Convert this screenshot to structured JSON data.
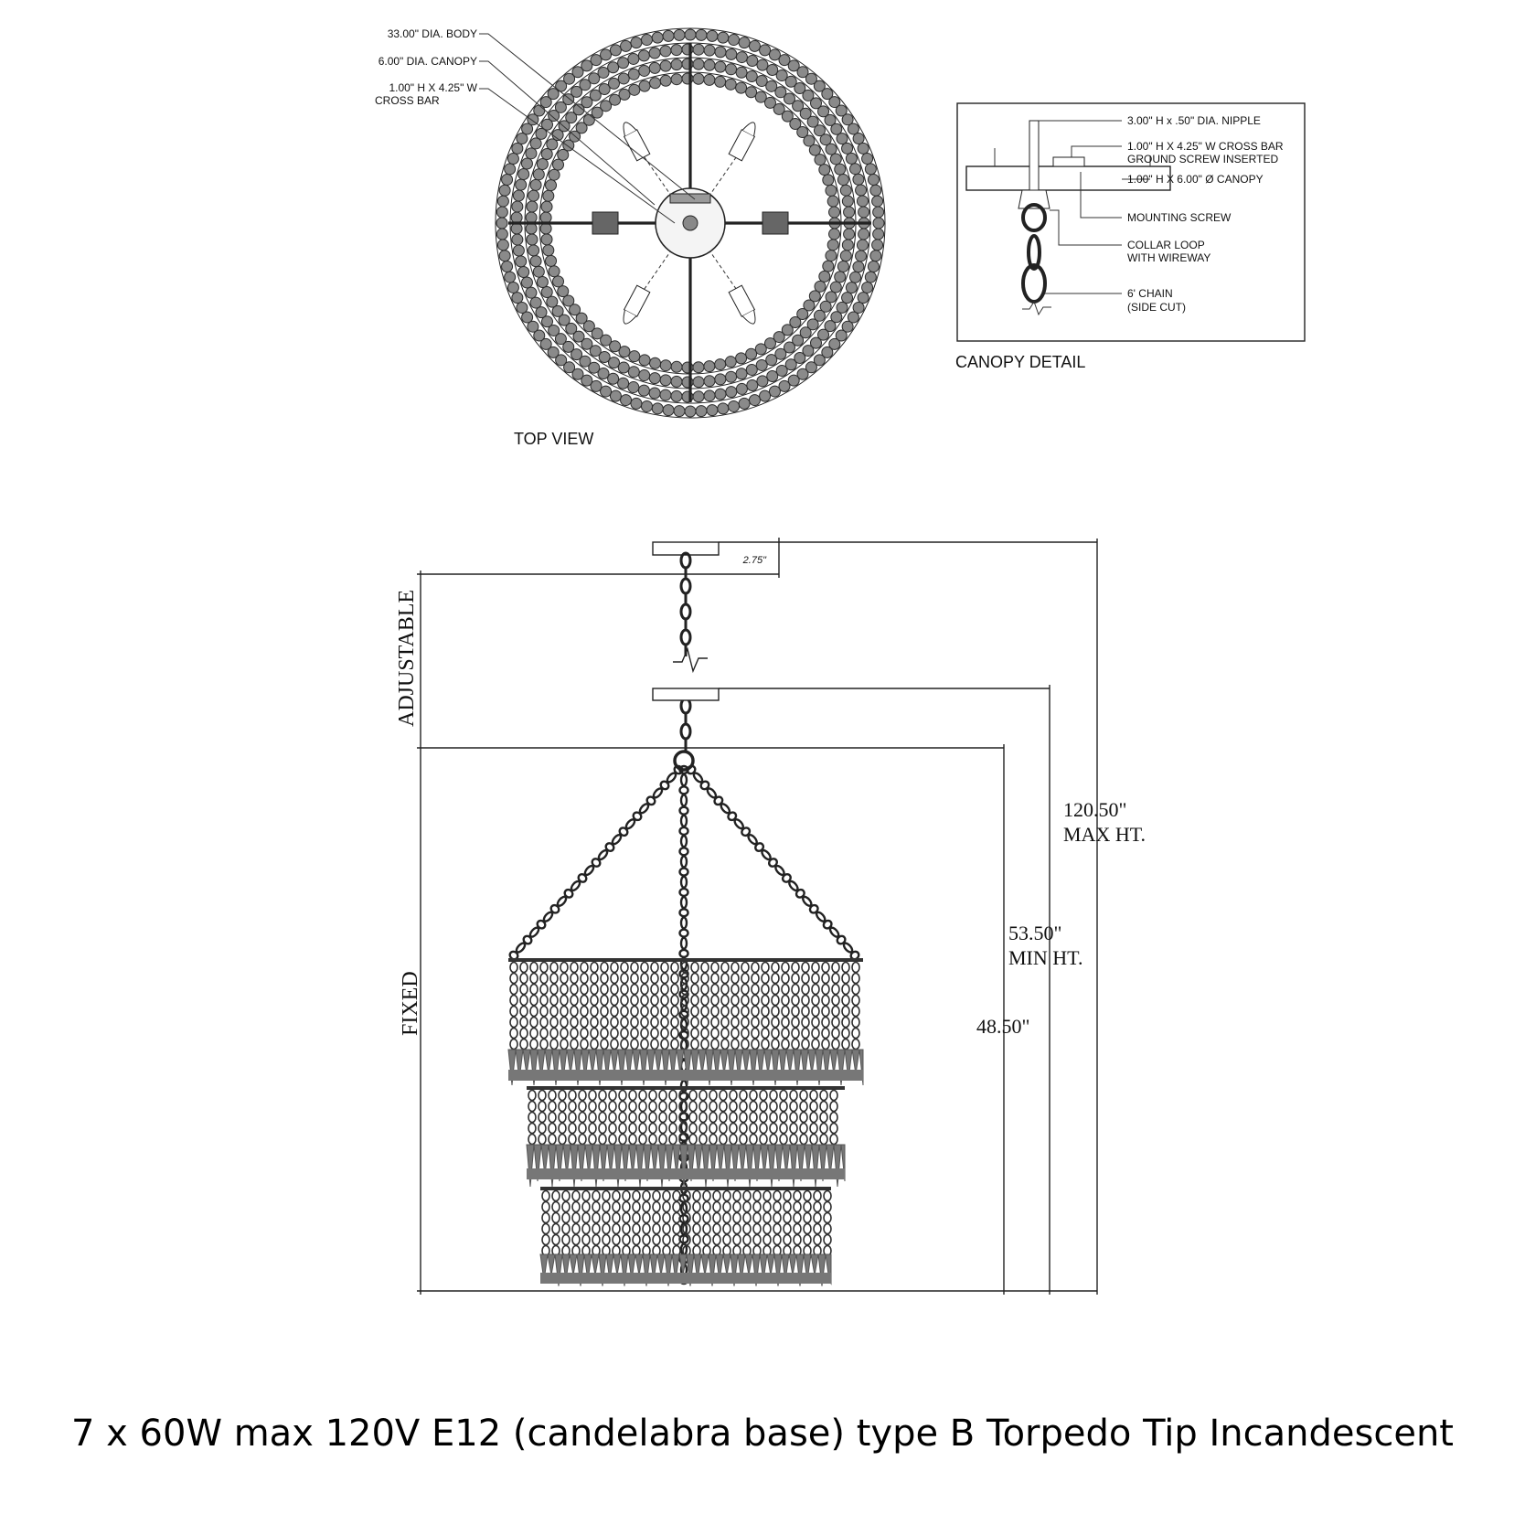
{
  "top_view": {
    "title": "TOP VIEW",
    "callouts": [
      "33.00\" DIA. BODY",
      "6.00\" DIA. CANOPY",
      "1.00\" H X 4.25\" W",
      "CROSS BAR"
    ]
  },
  "canopy_detail": {
    "title": "CANOPY DETAIL",
    "callouts": [
      "3.00\" H x .50\" DIA. NIPPLE",
      "1.00\" H X 4.25\" W CROSS BAR",
      "GROUND SCREW INSERTED",
      "1.00\" H X 6.00\" Ø CANOPY",
      "MOUNTING SCREW",
      "COLLAR LOOP",
      "WITH WIREWAY",
      "6' CHAIN",
      "(SIDE CUT)"
    ]
  },
  "side_view": {
    "canopy_height": "2.75\"",
    "adjustable_label": "ADJUSTABLE",
    "fixed_label": "FIXED",
    "max_height_value": "120.50\"",
    "max_height_label": "MAX HT.",
    "min_height_value": "53.50\"",
    "min_height_label": "MIN HT.",
    "fixed_height_value": "48.50\""
  },
  "footer": {
    "bulb_spec": "7 x 60W max 120V E12 (candelabra base) type B Torpedo Tip Incandescent"
  }
}
